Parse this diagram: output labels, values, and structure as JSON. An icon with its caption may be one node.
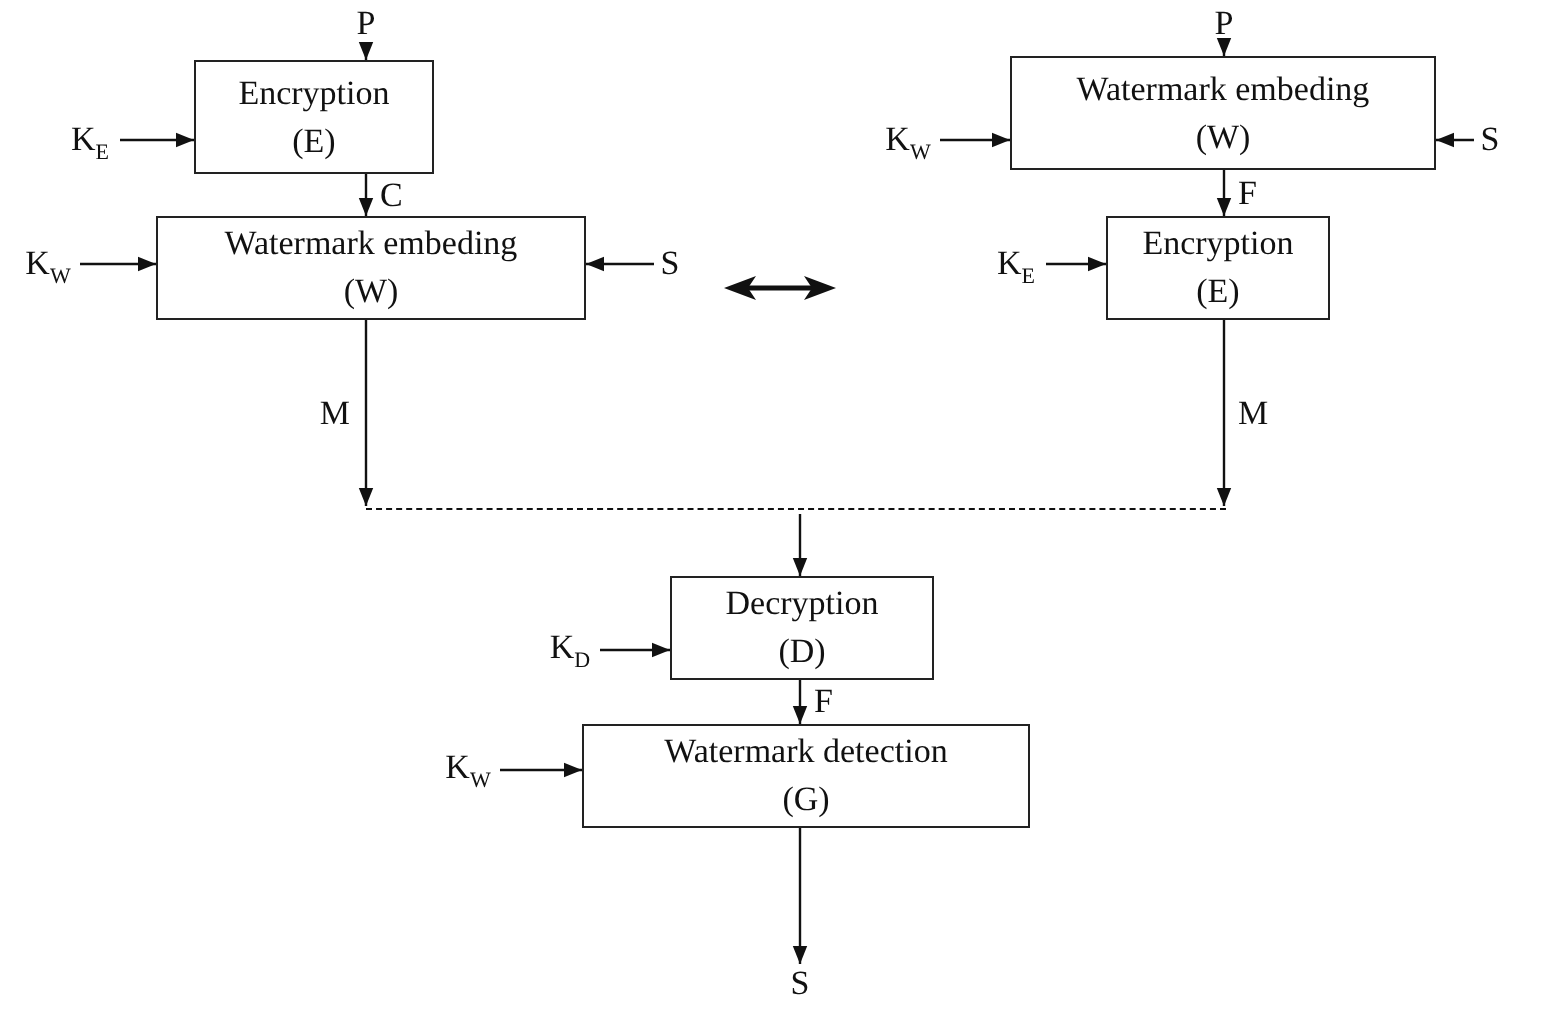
{
  "diagram": {
    "nodes": [
      {
        "text": [
          "P"
        ]
      },
      {
        "text": [
          "P"
        ]
      },
      {
        "text": [
          "Encryption",
          "(E)"
        ]
      },
      {
        "text": [
          "K$_{E}$"
        ]
      },
      {
        "text": [
          "Watermark embeding",
          "(W)"
        ]
      },
      {
        "text": [
          "K$_{W}$"
        ]
      },
      {
        "text": [
          "S"
        ]
      },
      {
        "text": [
          "Watermark embeding",
          "(W)"
        ]
      },
      {
        "text": [
          "Encryption",
          "(E)"
        ]
      },
      {
        "text": [
          "K$_{W}$"
        ]
      },
      {
        "text": [
          "S"
        ]
      },
      {
        "text": [
          "K$_{E}$"
        ]
      },
      {
        "text": [],
        "shape": "bar"
      },
      {
        "text": [
          "Decryption",
          "(D)"
        ]
      },
      {
        "text": [
          "K$_{D}$"
        ]
      },
      {
        "text": [
          "Watermark detection",
          "(G)"
        ]
      },
      {
        "text": [
          "K$_{W}$"
        ]
      },
      {
        "text": [
          "S"
        ]
      }
    ],
    "edges": [
      {
        "from": 0,
        "to": 2,
        "arrow": "to"
      },
      {
        "from": 1,
        "to": 4,
        "arrow": "to"
      },
      {
        "from": 3,
        "to": 2,
        "arrow": "to"
      },
      {
        "from": 5,
        "to": 4,
        "arrow": "to"
      },
      {
        "from": 6,
        "to": 4,
        "arrow": "to"
      },
      {
        "from": 2,
        "to": 7,
        "label": "C",
        "arrow": "to"
      },
      {
        "from": 4,
        "to": 8,
        "label": "F",
        "arrow": "to"
      },
      {
        "from": 9,
        "to": 7,
        "arrow": "to"
      },
      {
        "from": 10,
        "to": 7,
        "arrow": "to"
      },
      {
        "from": 11,
        "to": 8,
        "arrow": "to"
      },
      {
        "from": 7,
        "to": 12,
        "label": "M",
        "arrow": "to"
      },
      {
        "from": 8,
        "to": 12,
        "label": "M",
        "arrow": "to"
      },
      {
        "from": 12,
        "to": 13,
        "arrow": "to"
      },
      {
        "from": 14,
        "to": 13,
        "arrow": "to"
      },
      {
        "from": 13,
        "to": 15,
        "label": "F",
        "arrow": "to"
      },
      {
        "from": 16,
        "to": 15,
        "arrow": "to"
      },
      {
        "from": 15,
        "to": 17,
        "arrow": "to"
      }
    ]
  }
}
